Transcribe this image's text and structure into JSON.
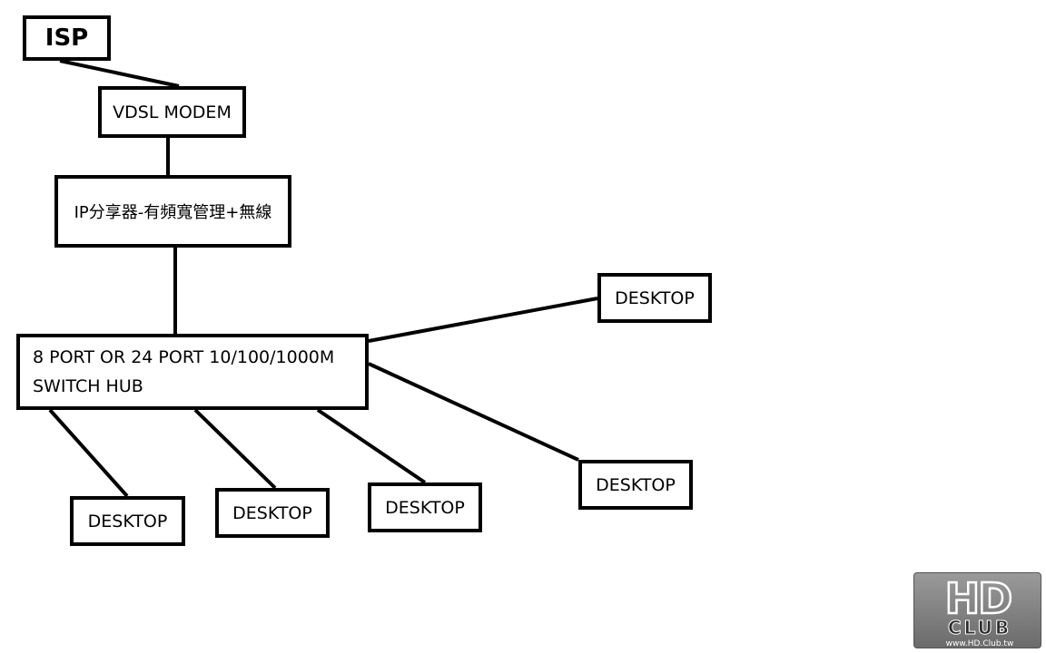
{
  "nodes": {
    "isp": "ISP",
    "modem": "VDSL MODEM",
    "router": "IP分享器-有頻寬管理+無線",
    "switch_line1": "8 PORT OR 24 PORT 10/100/1000M",
    "switch_line2": "SWITCH HUB",
    "desktop": "DESKTOP"
  },
  "watermark": {
    "mark": "HD",
    "club": "CLUB",
    "url": "www.HD.Club.tw"
  }
}
